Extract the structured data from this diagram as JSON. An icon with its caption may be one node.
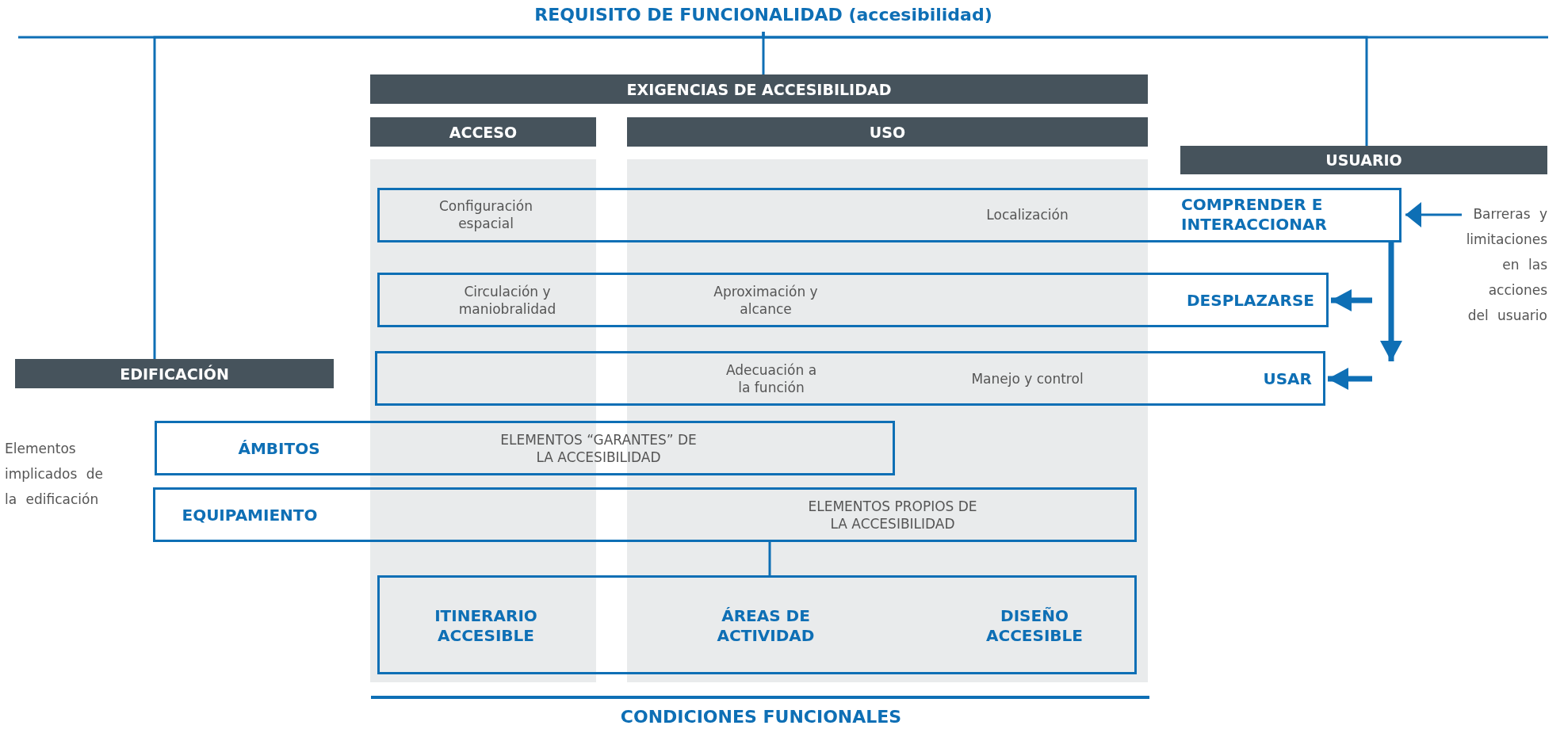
{
  "diagram": {
    "nodes": [
      {
        "text": [
          "REQUISITO DE FUNCIONALIDAD (accesibilidad)"
        ]
      },
      {
        "text": [
          "EXIGENCIAS DE ACCESIBILIDAD"
        ]
      },
      {
        "text": [
          "ACCESO"
        ]
      },
      {
        "text": [
          "USO"
        ]
      },
      {
        "text": [
          "USUARIO"
        ]
      },
      {
        "text": [
          "Configuración espacial",
          "Localización",
          "COMPRENDER E INTERACCIONAR"
        ]
      },
      {
        "text": [
          "Barreras y limitaciones en las acciones del usuario"
        ]
      },
      {
        "text": [
          "Circulación y maniobralidad",
          "Aproximación y alcance",
          "DESPLAZARSE"
        ]
      },
      {
        "text": [
          "EDIFICACIÓN"
        ]
      },
      {
        "text": [
          "Adecuación a la función",
          "Manejo y control",
          "USAR"
        ]
      },
      {
        "text": [
          "ÁMBITOS",
          "ELEMENTOS “GARANTES” DE LA ACCESIBILIDAD"
        ]
      },
      {
        "text": [
          "EQUIPAMIENTO",
          "ELEMENTOS PROPIOS DE LA ACCESIBILIDAD"
        ]
      },
      {
        "text": [
          "ITINERARIO ACCESIBLE",
          "ÁREAS DE ACTIVIDAD",
          "DISEÑO ACCESIBLE"
        ]
      }
    ],
    "edges": [
      {
        "from": 0,
        "to": 8,
        "arrow": "none"
      },
      {
        "from": 0,
        "to": 1,
        "arrow": "none"
      },
      {
        "from": 0,
        "to": 4,
        "arrow": "none"
      },
      {
        "from": 6,
        "to": 5,
        "arrow": "to"
      },
      {
        "from": 5,
        "to": null,
        "arrow": "to",
        "style": "thick"
      },
      {
        "from": null,
        "to": 7,
        "arrow": "to",
        "style": "thick"
      },
      {
        "from": null,
        "to": 9,
        "arrow": "to",
        "style": "thick"
      },
      {
        "from": 11,
        "to": 12,
        "arrow": "none"
      }
    ],
    "labels": [
      "Elementos implicados de la edificación",
      "CONDICIONES FUNCIONALES"
    ]
  }
}
